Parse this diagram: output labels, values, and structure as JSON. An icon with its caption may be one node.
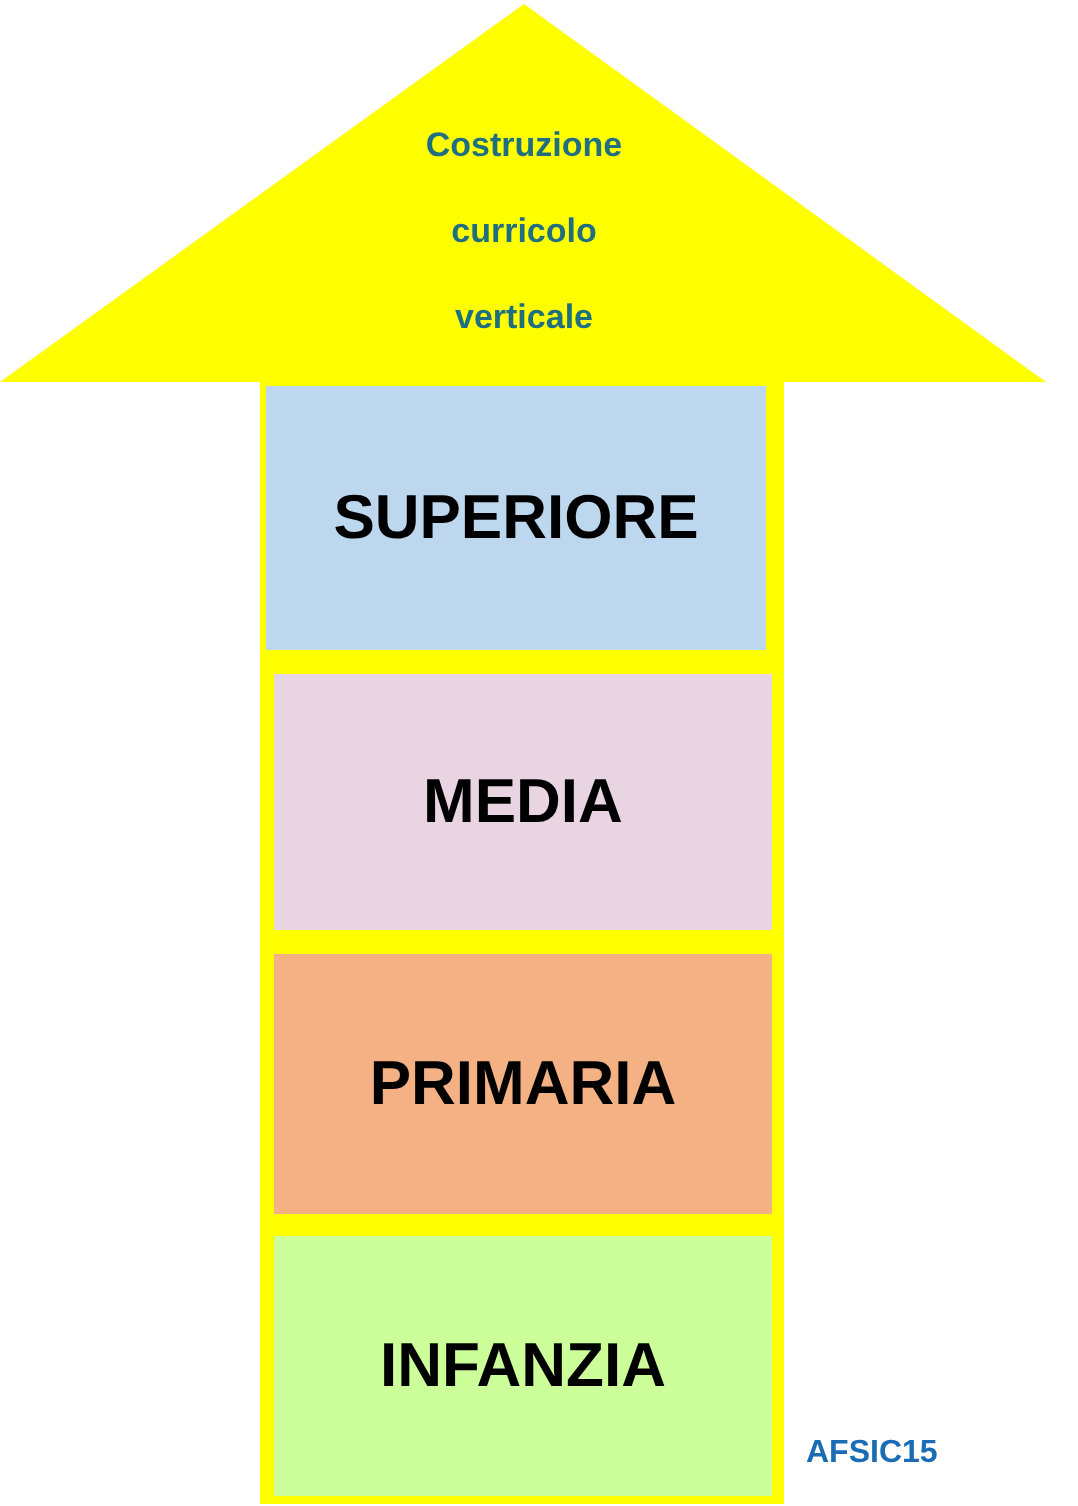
{
  "diagram": {
    "nodes": [
      {
        "text": [
          "Costruzione curricolo verticale"
        ]
      },
      {
        "text": [
          "SUPERIORE"
        ],
        "in": 0
      },
      {
        "text": [
          "MEDIA"
        ],
        "in": 0
      },
      {
        "text": [
          "PRIMARIA"
        ],
        "in": 0
      },
      {
        "text": [
          "INFANZIA"
        ],
        "in": 0
      }
    ],
    "labels": [
      "AFSIC15"
    ]
  }
}
